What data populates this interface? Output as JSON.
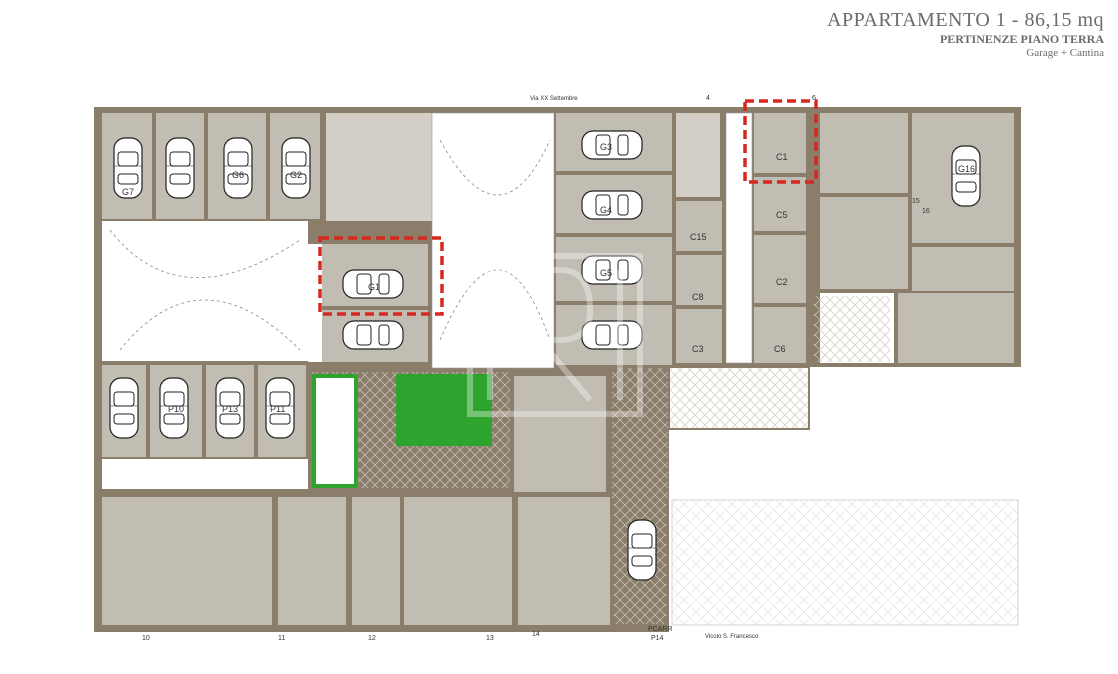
{
  "title": {
    "main": "APPARTAMENTO 1 - 86,15 mq",
    "sub1": "PERTINENZE PIANO TERRA",
    "sub2": "Garage + Cantina"
  },
  "streets": {
    "north": "Via XX Settembre",
    "south": "Vicolo S. Francesco",
    "gate": "PCARR",
    "gate_sub": "P14"
  },
  "spaces": {
    "garages": [
      "G7",
      "G6",
      "G2",
      "G1",
      "G3",
      "G4",
      "G5",
      "G16"
    ],
    "cantine": [
      "C1",
      "C5",
      "C15",
      "C2",
      "C8",
      "C3",
      "C6"
    ],
    "posti": [
      "P13",
      "P11",
      "P10"
    ],
    "highlight_garage": "G1",
    "highlight_cantina": "C1"
  },
  "unit_numbers": [
    "4",
    "6",
    "10",
    "11",
    "12",
    "13",
    "14",
    "15",
    "16"
  ],
  "colors": {
    "wall": "#8a7d6a",
    "room": "#c2bdb3",
    "highlight": "#d6281e",
    "green": "#2ea32e",
    "hatch": "#b9b0a3"
  },
  "watermark": "RI"
}
